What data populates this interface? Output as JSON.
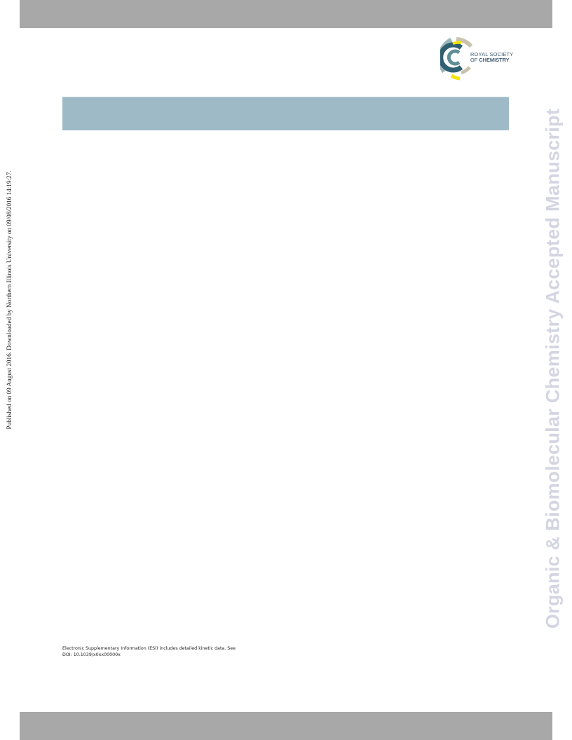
{
  "header": {
    "logo": {
      "line1": "ROYAL SOCIETY",
      "line2_prefix": "OF ",
      "line2_bold": "CHEMISTRY",
      "colors": {
        "teal_dark": "#2f5f70",
        "teal_mid": "#5f8e96",
        "teal_light": "#9ab7b9",
        "beige": "#c9c2ad",
        "yellow": "#f2e600"
      }
    }
  },
  "sidebar": {
    "published_note": "Published on 09 August 2016. Downloaded by Northern Illinois University on 09/08/2016 14:19:27.",
    "journal_watermark": "Organic & Biomolecular Chemistry Accepted Manuscript"
  },
  "footnote": {
    "line1": "Electronic Supplementary Information (ESI) includes detailed kinetic data. See",
    "line2": "DOI: 10.1039/x0xx00000x"
  },
  "colors": {
    "gray_bar": "#a8a8a8",
    "title_band": "#9ebac6",
    "watermark": "#d3d5e2"
  }
}
